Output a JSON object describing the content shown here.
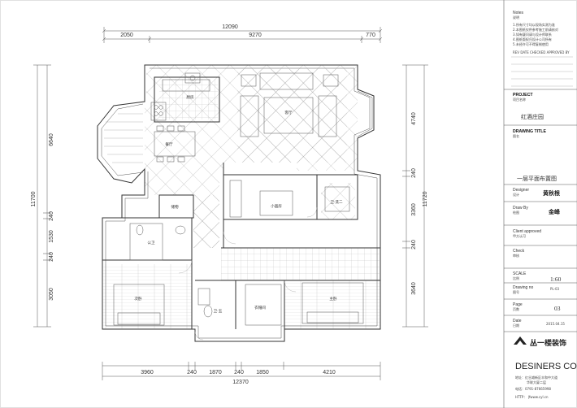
{
  "top_dims": {
    "total": "12090",
    "segs": [
      "2050",
      "9270",
      "770"
    ]
  },
  "bottom_dims": {
    "total": "12370",
    "segs": [
      "3960",
      "240",
      "1870",
      "240",
      "1850",
      "4210"
    ]
  },
  "left_dims": {
    "total": "11700",
    "segs": [
      "6640",
      "240",
      "1530",
      "240",
      "3050"
    ]
  },
  "right_dims": {
    "total": "11720",
    "segs": [
      "4740",
      "240",
      "3360",
      "240",
      "3640"
    ]
  },
  "rooms": {
    "kitchen": "厨房",
    "living": "客厅",
    "dining": "餐厅",
    "study": "小画房",
    "storage": "储物",
    "bath1": "卫·洗二",
    "toilet": "公卫",
    "bedroom_l": "次卧",
    "bath2": "卫·五",
    "closet": "衣帽间",
    "master": "主卧"
  },
  "title_block": {
    "notes_label": "Notes",
    "notes_sub": "说明",
    "notes_lines": [
      "1.所有尺寸均以现场实测为准",
      "2.本图纸仅供参考施工前请核对",
      "3.如有疑问请与设计师联系",
      "4.图纸版权归设计公司所有",
      "5.未经许可不得复制使用"
    ],
    "rev_header": "REV   DATE   CHECKED   APPROVED BY",
    "project_label": "PROJECT",
    "project_sub": "项目名称",
    "project_name": "红酒庄园",
    "drawing_title_label": "DRAWING TITLE",
    "drawing_title_sub": "图名",
    "drawing_title": "一层平面布置图",
    "designer_label": "Designer",
    "designer_sub": "设计",
    "designer_sig": "黄秋根",
    "drawn_label": "Draw By",
    "drawn_sub": "绘图",
    "drawn_sig": "金峰",
    "client_label": "Client approved",
    "client_sub": "甲方认可",
    "check_label": "Check",
    "check_sub": "审核",
    "scale_label": "SCALE",
    "scale_sub": "比例",
    "scale_value": "1:60",
    "drawing_no_label": "Drawing no",
    "drawing_no_sub": "图号",
    "drawing_no_value": "PL-03",
    "page_label": "Page",
    "page_sub": "页数",
    "page_value": "03",
    "date_label": "Date",
    "date_sub": "日期",
    "date_value": "2015.04.15",
    "company_cn": "丛一楼装饰",
    "company_en": "DESINERS CO.",
    "address": "地址：红谷滩新区丰和中大道",
    "address2": "华联大厦二层",
    "phone": "电话：0791-87665998",
    "http": "HTTP：    |fwww.cyl.cn"
  },
  "colors": {
    "line": "#333333",
    "tile": "#999999",
    "bg": "#ffffff"
  }
}
